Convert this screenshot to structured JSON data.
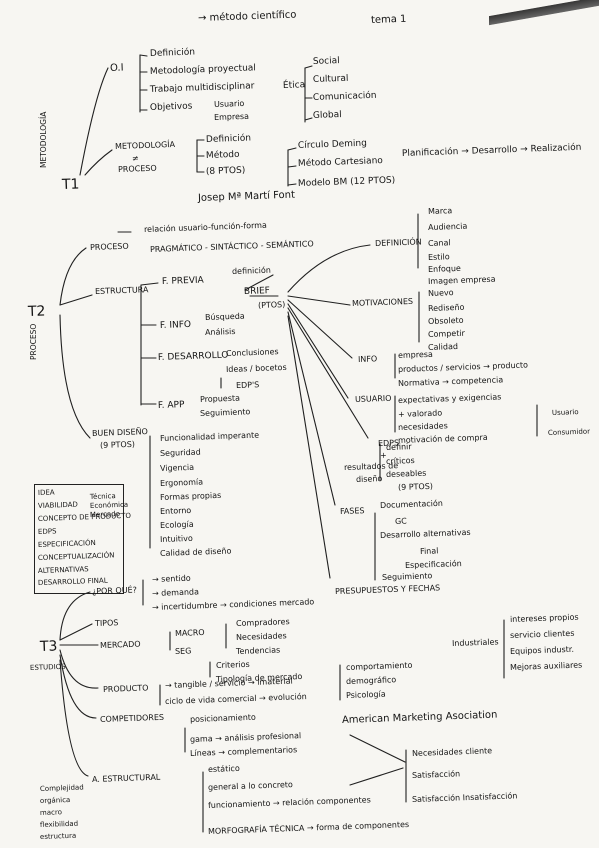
{
  "header": {
    "title": "→ método científico",
    "suffix": "tema 1"
  },
  "t1": {
    "side_label": "METODOLOGÍA",
    "label": "T1",
    "oi": "O.I",
    "oi_items": [
      "Definición",
      "Metodología proyectual",
      "Trabajo multidisciplinar",
      "Objetivos"
    ],
    "objetivos_sub": [
      "Usuario",
      "Empresa"
    ],
    "etica": "Ética",
    "etica_items": [
      "Social",
      "Cultural",
      "Comunicación",
      "Global"
    ],
    "metodologia": "METODOLOGÍA",
    "neq": "≠",
    "proceso": "PROCESO",
    "met_items": [
      "Definición",
      "Método",
      "(8 PTOS)"
    ],
    "met_right": [
      "Círculo Deming",
      "Método Cartesiano",
      "Modelo BM (12 PTOS)"
    ],
    "planificacion": "Planificación → Desarrollo → Realización",
    "author": "Josep Mª Martí Font"
  },
  "t2": {
    "side_label": "PROCESO",
    "label": "T2",
    "proceso": "PROCESO",
    "proceso_items": [
      "relación usuario-función-forma",
      "PRAGMÁTICO - SINTÁCTICO - SEMÁNTICO"
    ],
    "estructura": "ESTRUCTURA",
    "fprevia": "F. PREVIA",
    "fprevia_items": [
      "definición"
    ],
    "brief": "BRIEF",
    "brief_pts": "(PTOS)",
    "finfo": "F. INFO",
    "finfo_items": [
      "Búsqueda",
      "Análisis"
    ],
    "fdesarrollo": "F. DESARROLLO",
    "fdes_items": [
      "Conclusiones",
      "Ideas / bocetos",
      "EDP'S"
    ],
    "fapp": "F. APP",
    "fapp_items": [
      "Propuesta",
      "Seguimiento"
    ],
    "definicion": "DEFINICIÓN",
    "def_items": [
      "Marca",
      "Audiencia",
      "Canal",
      "Estilo",
      "Enfoque",
      "Imagen empresa"
    ],
    "motivaciones": "MOTIVACIONES",
    "mot_items": [
      "Nuevo",
      "Rediseño",
      "Obsoleto",
      "Competir",
      "Calidad"
    ],
    "info": "INFO",
    "info_items": [
      "empresa",
      "productos / servicios → producto",
      "Normativa → competencia"
    ],
    "usuario": "USUARIO",
    "usuario_items": [
      "expectativas y exigencias",
      "+ valorado",
      "necesidades",
      "motivación de compra"
    ],
    "usuario_side": [
      "Usuario",
      "Consumidor"
    ],
    "edps": "EDPS",
    "edps_plus": "+",
    "edps_sub": "resultados de",
    "edps_sub2": "diseño",
    "edps_items": [
      "definir",
      "críticos",
      "deseables"
    ],
    "edps_pts": "(9 PTOS)",
    "fases": "FASES",
    "fases_items": [
      "Documentación",
      "GC",
      "Desarrollo alternativas",
      "Final",
      "Especificación",
      "Seguimiento"
    ],
    "presupuestos": "PRESUPUESTOS Y FECHAS",
    "buen_diseno": "BUEN DISEÑO",
    "buen_pts": "(9 PTOS)",
    "buen_items": [
      "Funcionalidad imperante",
      "Seguridad",
      "Vigencia",
      "Ergonomía",
      "Formas propias",
      "Entorno",
      "Ecología",
      "Intuitivo",
      "Calidad de diseño"
    ]
  },
  "idea_box": {
    "items": [
      "IDEA",
      "VIABILIDAD",
      "CONCEPTO DE PRODUCTO",
      "EDPS",
      "ESPECIFICACIÓN",
      "CONCEPTUALIZACIÓN",
      "ALTERNATIVAS",
      "DESARROLLO FINAL"
    ],
    "side": [
      "Técnica",
      "Económica",
      "Mercado"
    ]
  },
  "t3": {
    "label": "T3",
    "side_label": "ESTUDIOS",
    "por_que": "¿POR QUÉ?",
    "por_que_items": [
      "→ sentido",
      "→ demanda",
      "→ incertidumbre → condiciones mercado"
    ],
    "tipos": "TIPOS",
    "mercado": "MERCADO",
    "macro": "MACRO",
    "seg": "SEG",
    "macro_items": [
      "Compradores",
      "Necesidades",
      "Tendencias"
    ],
    "seg_items": [
      "Criterios",
      "Tipología de mercado"
    ],
    "psico_items": [
      "comportamiento",
      "demográfico",
      "Psicología"
    ],
    "industriales": "Industriales",
    "ind_items": [
      "intereses propios",
      "servicio clientes",
      "Equipos industr.",
      "Mejoras auxiliares"
    ],
    "producto": "PRODUCTO",
    "producto_items": [
      "→ tangible / servicio → imaterial",
      "ciclo de vida comercial → evolución"
    ],
    "competidores": "COMPETIDORES",
    "comp_items": [
      "posicionamiento",
      "gama → análisis profesional",
      "Líneas → complementarios"
    ],
    "ama": "American Marketing Asociation",
    "nec_items": [
      "Necesidades cliente",
      "Satisfacción",
      "Satisfacción Insatisfacción"
    ],
    "a_estructural": "A. ESTRUCTURAL",
    "aest_items": [
      "estático",
      "general a lo concreto",
      "funcionamiento → relación componentes",
      "MORFOGRAFÍA TÉCNICA → forma de componentes"
    ],
    "left_items": [
      "Complejidad",
      "orgánica",
      "macro",
      "flexibilidad",
      "estructura"
    ]
  }
}
